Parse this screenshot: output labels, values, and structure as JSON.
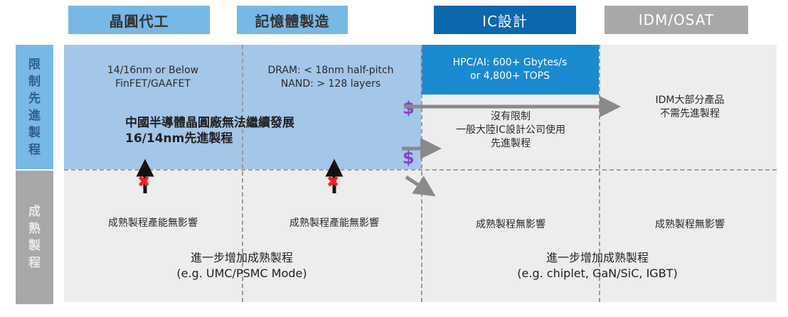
{
  "columns": [
    {
      "label": "晶圓代工",
      "style": "light"
    },
    {
      "label": "記憶體製造",
      "style": "light"
    },
    {
      "label": "IC設計",
      "style": "dark"
    },
    {
      "label": "IDM/OSAT",
      "style": "gray"
    }
  ],
  "rows": {
    "advanced": {
      "label_chars": [
        "限",
        "制",
        "先",
        "進",
        "製",
        "程"
      ]
    },
    "mature": {
      "label_chars": [
        "成",
        "熟",
        "製",
        "程"
      ]
    }
  },
  "advanced_cells": {
    "foundry": {
      "line1": "14/16nm or Below",
      "line2": "FinFET/GAAFET"
    },
    "memory": {
      "line1": "DRAM: < 18nm half-pitch",
      "line2": "NAND: > 128 layers"
    },
    "ic_design_box": {
      "line1": "HPC/AI: 600+ Gbytes/s",
      "line2": "or 4,800+ TOPS"
    },
    "ic_design": {
      "line1": "沒有限制",
      "line2": "一般大陸IC設計公司使用",
      "line3": "先進製程"
    },
    "idm": {
      "line1": "IDM大部分產品",
      "line2": "不需先進製程"
    },
    "china_note": {
      "line1": "中國半導體晶圓廠無法繼續發展",
      "line2": "16/14nm先進製程"
    }
  },
  "mature_cells": {
    "foundry": "成熟製程產能無影響",
    "memory": "成熟製程產能無影響",
    "ic_design": "成熟製程無影響",
    "idm": "成熟製程無影響",
    "left_note": {
      "line1": "進一步增加成熟製程",
      "line2": "(e.g. UMC/PSMC Mode)"
    },
    "right_note": {
      "line1": "進一步增加成熟製程",
      "line2": "(e.g. chiplet, GaN/SiC, IGBT)"
    }
  },
  "symbols": {
    "dollar": "$",
    "blocked_mark": "✖"
  },
  "colors": {
    "light_blue": "#77b8e6",
    "pale_blue": "#a3c6e9",
    "dark_blue": "#0b67ae",
    "mid_blue": "#1a8ad0",
    "gray": "#a8a8a8",
    "light_gray": "#ededed",
    "dollar_purple": "#8a3fc2",
    "blocked_red": "#ff1a1a"
  }
}
